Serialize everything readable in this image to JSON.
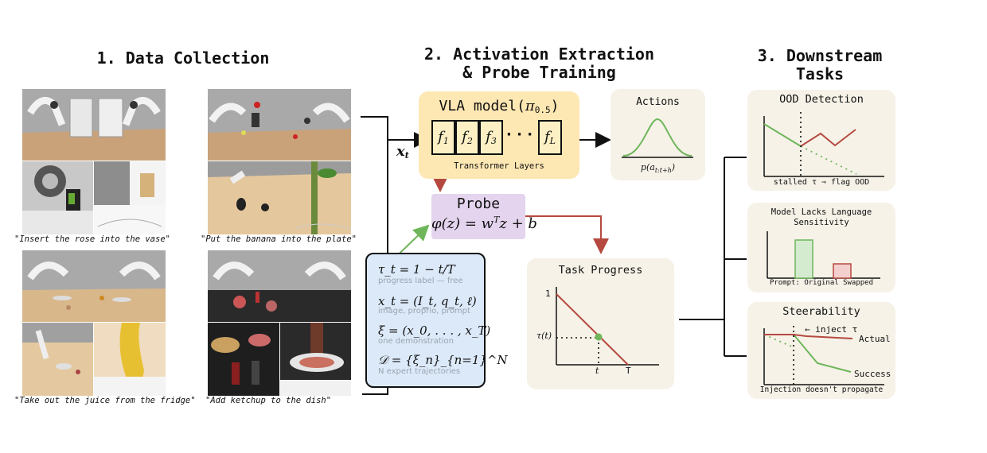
{
  "headings": {
    "data_collection": "1. Data Collection",
    "extraction_line1": "2. Activation Extraction",
    "extraction_line2": "& Probe Training",
    "downstream_line1": "3. Downstream",
    "downstream_line2": "Tasks"
  },
  "captions": [
    "\"Insert the rose into the vase\"",
    "\"Put the banana into the plate\"",
    "\"Take out the juice from the fridge\"",
    "\"Add ketchup to the dish\""
  ],
  "input_label": "x",
  "input_label_sub": "t",
  "vla": {
    "title_prefix": "VLA model(",
    "title_pi": "π",
    "title_sub": "0.5",
    "title_suffix": ")",
    "layers": [
      "f",
      "f",
      "f",
      "f"
    ],
    "layer_subs": [
      "1",
      "2",
      "3",
      "L"
    ],
    "ellipsis": "· · ·",
    "layers_label": "Transformer Layers"
  },
  "actions": {
    "title": "Actions",
    "dist_label": "p(a",
    "dist_sub": "t:t+h",
    "dist_suffix": ")"
  },
  "probe": {
    "title": "Probe",
    "formula_lhs": "φ(z) = w",
    "formula_sup": "T",
    "formula_rhs": "z + b"
  },
  "definitions": [
    {
      "eq": "τ_t = 1 − t/T",
      "note": "progress label — free"
    },
    {
      "eq": "x_t = (I_t, q_t, ℓ)",
      "note": "image, proprio, prompt"
    },
    {
      "eq": "ξ = (x_0, . . . , x_T)",
      "note": "one demonstration"
    },
    {
      "eq": "𝒟 = {ξ_n}_{n=1}^N",
      "note": "N expert trajectories"
    }
  ],
  "task_progress": {
    "title": "Task Progress",
    "y_tick": "1",
    "y_marker": "τ(t)",
    "x_marker": "t",
    "x_end": "T"
  },
  "ood": {
    "title": "OOD Detection",
    "caption": "stalled τ ⇒ flag OOD"
  },
  "language": {
    "title_line1": "Model Lacks Language",
    "title_line2": "Sensitivity",
    "caption": "Prompt: Original Swapped",
    "bar_values": [
      0.8,
      0.3
    ]
  },
  "steer": {
    "title": "Steerability",
    "inject_label": "← inject τ",
    "actual_label": "Actual",
    "success_label": "Success",
    "caption": "Injection doesn't propagate"
  },
  "colors": {
    "vla_box": "#fde7b3",
    "probe_box": "#e4d4ee",
    "def_box": "#dce9f8",
    "panel": "#f6f2e8",
    "green": "#6fb65a",
    "red": "#b5493f"
  }
}
